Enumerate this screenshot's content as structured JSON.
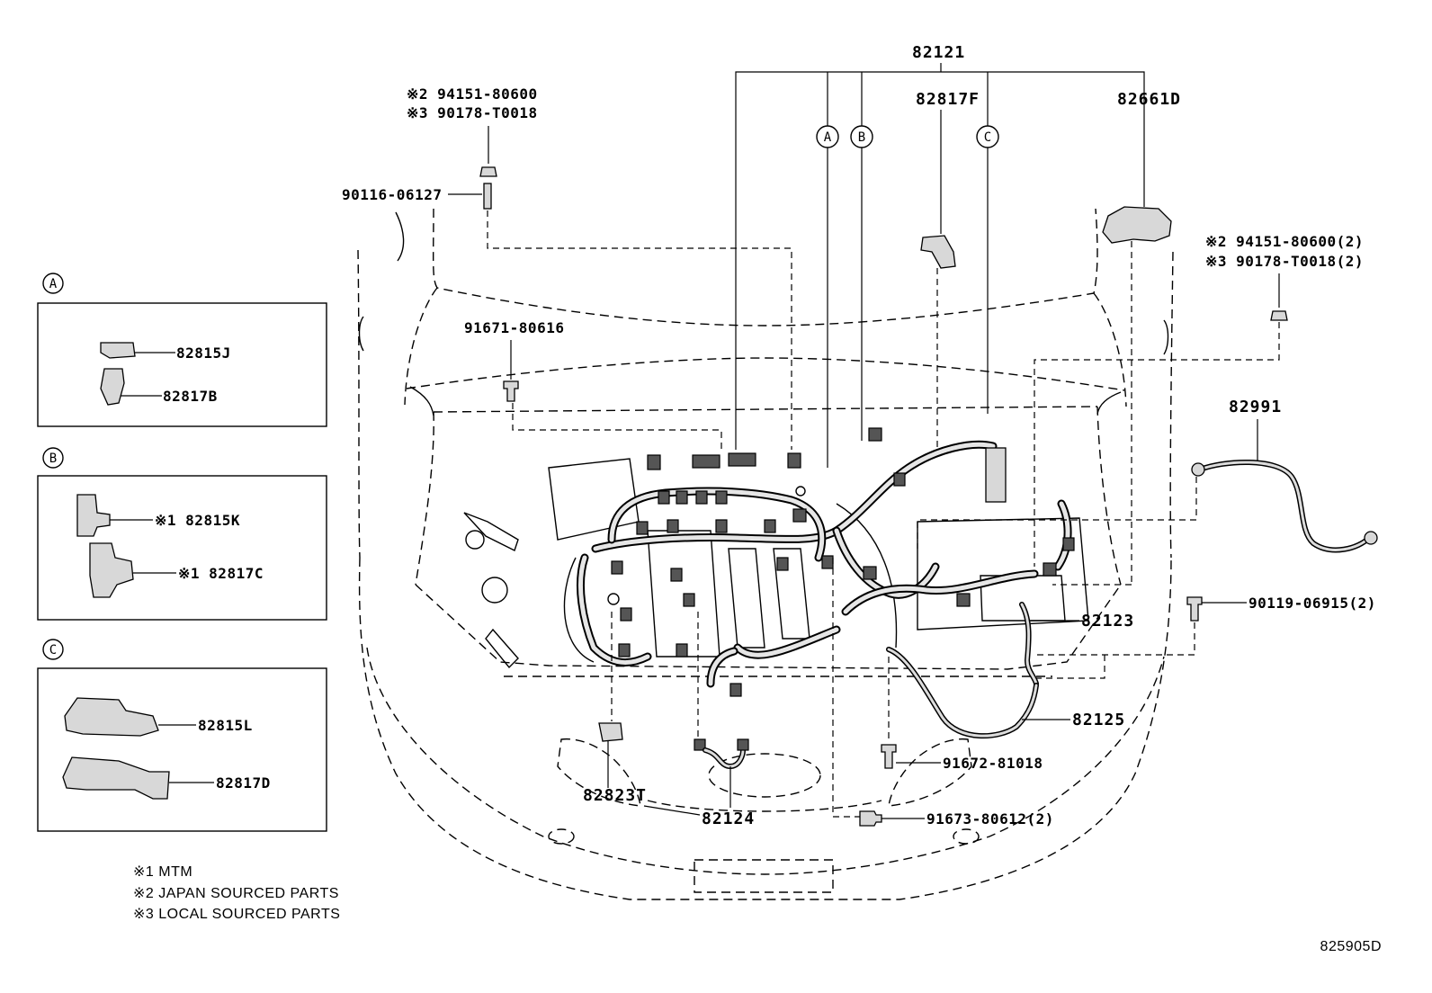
{
  "diagram_code": "825905D",
  "callouts": {
    "A": "A",
    "B": "B",
    "C": "C"
  },
  "labels": {
    "p82121": "82121",
    "p82817F": "82817F",
    "p82661D": "82661D",
    "top_left_note2": "※2 94151-80600",
    "top_left_note3": "※3 90178-T0018",
    "p90116": "90116-06127",
    "p91671": "91671-80616",
    "top_right_note2": "※2 94151-80600(2)",
    "top_right_note3": "※3 90178-T0018(2)",
    "p82991": "82991",
    "p90119": "90119-06915(2)",
    "p82123": "82123",
    "p82125": "82125",
    "p91672": "91672-81018",
    "p91673": "91673-80612(2)",
    "p82823T": "82823T",
    "p82124": "82124"
  },
  "detail_boxes": {
    "A": {
      "callout": "A",
      "items": [
        "82815J",
        "82817B"
      ]
    },
    "B": {
      "callout": "B",
      "items": [
        "※1 82815K",
        "※1 82817C"
      ]
    },
    "C": {
      "callout": "C",
      "items": [
        "82815L",
        "82817D"
      ]
    }
  },
  "legend": [
    "※1 MTM",
    "※2 JAPAN SOURCED PARTS",
    "※3 LOCAL SOURCED PARTS"
  ]
}
